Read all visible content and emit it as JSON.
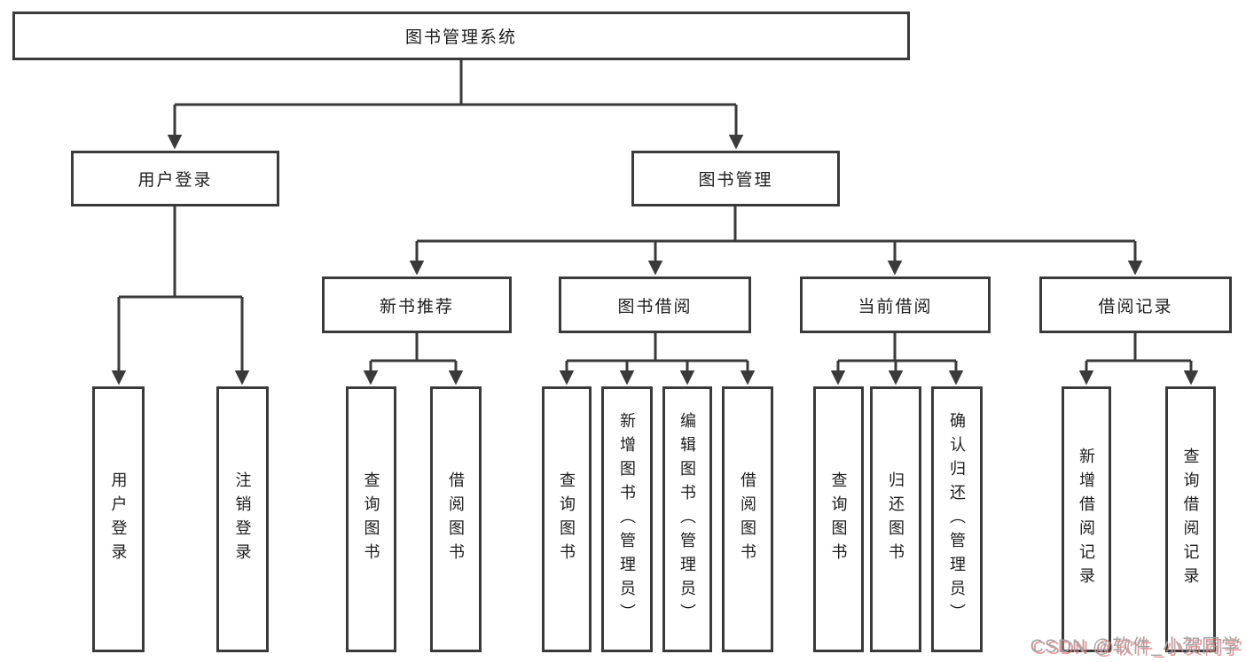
{
  "diagram": {
    "root": {
      "label": "图书管理系统"
    },
    "branches": [
      {
        "label": "用户登录",
        "children": [
          {
            "label": "用户登录"
          },
          {
            "label": "注销登录"
          }
        ]
      },
      {
        "label": "图书管理",
        "children": [
          {
            "label": "新书推荐",
            "children": [
              {
                "label": "查询图书"
              },
              {
                "label": "借阅图书"
              }
            ]
          },
          {
            "label": "图书借阅",
            "children": [
              {
                "label": "查询图书"
              },
              {
                "label": "新增图书（管理员）"
              },
              {
                "label": "编辑图书（管理员）"
              },
              {
                "label": "借阅图书"
              }
            ]
          },
          {
            "label": "当前借阅",
            "children": [
              {
                "label": "查询图书"
              },
              {
                "label": "归还图书"
              },
              {
                "label": "确认归还（管理员）"
              }
            ]
          },
          {
            "label": "借阅记录",
            "children": [
              {
                "label": "新增借阅记录"
              },
              {
                "label": "查询借阅记录"
              }
            ]
          }
        ]
      }
    ]
  },
  "watermark": {
    "text": "CSDN @软件_小贺同学"
  },
  "colors": {
    "line": "#3a3a3a",
    "box_border": "#3a3a3a",
    "text": "#1d1d1d",
    "background": "#ffffff",
    "watermark_text": "#a3a3a3",
    "watermark_shadow": "#e97878"
  }
}
